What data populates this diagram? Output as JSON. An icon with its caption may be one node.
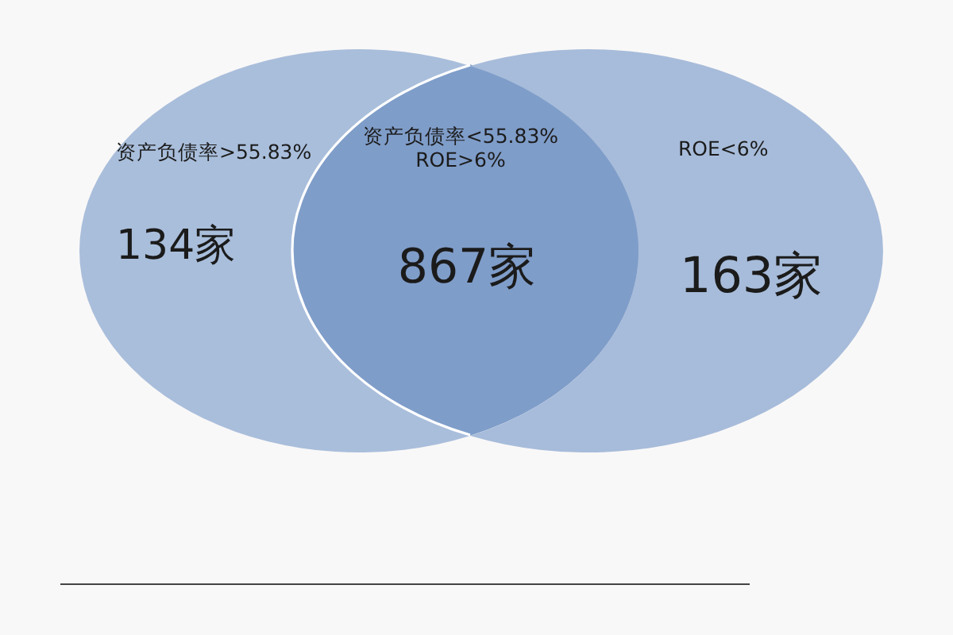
{
  "diagram": {
    "nodes": [
      {
        "text": [
          "资产负债率>55.83%",
          "134家"
        ]
      },
      {
        "text": [
          "资产负债率<55.83% ROE>6%",
          "867家"
        ]
      },
      {
        "text": [
          "ROE<6%",
          "163家"
        ]
      }
    ]
  }
}
